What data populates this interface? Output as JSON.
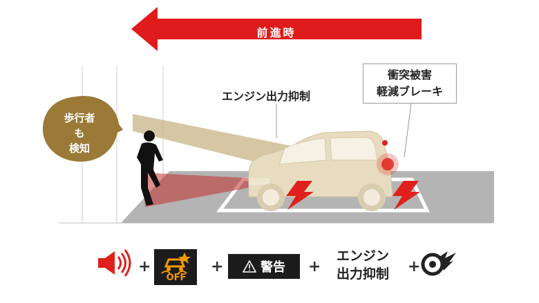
{
  "arrow": {
    "label": "前進時"
  },
  "callouts": {
    "engine_control": "エンジン出力抑制",
    "brake_line1": "衝突被害",
    "brake_line2": "軽減ブレーキ"
  },
  "badge": {
    "line1": "歩行者",
    "line2": "も",
    "line3": "検知"
  },
  "legend": {
    "plus": "+",
    "off_label": "OFF",
    "warning_label": "警告",
    "engine_line1": "エンジン",
    "engine_line2": "出力抑制"
  },
  "colors": {
    "arrow_red": "#e01b1b",
    "badge_gold": "#9a7a36",
    "road_gray": "#b4b4b4",
    "car_beige": "#e8dcc0",
    "accent_red": "#e0201c",
    "amber": "#f29a00"
  },
  "icons": [
    "speaker-icon",
    "slip-indicator-icon",
    "warning-triangle-icon",
    "brake-disc-icon"
  ]
}
